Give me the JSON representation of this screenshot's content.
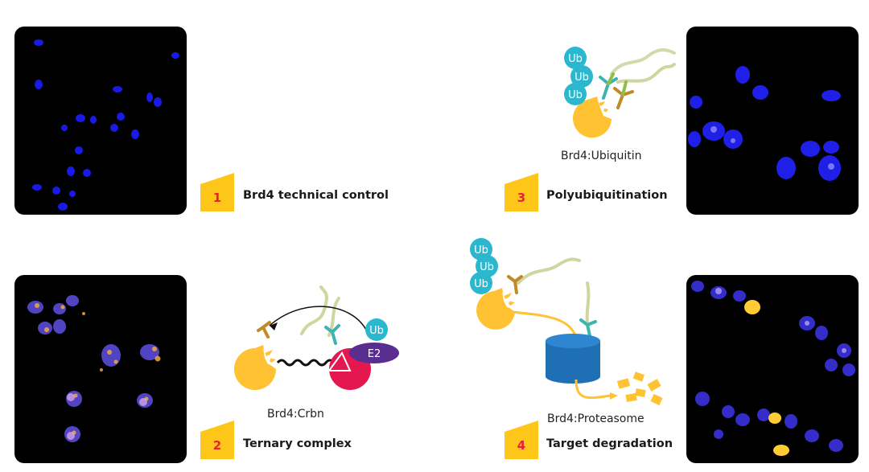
{
  "steps": [
    {
      "number": "1",
      "label": "Brd4 technical control"
    },
    {
      "number": "2",
      "label": "Ternary complex",
      "caption": "Brd4:Crbn"
    },
    {
      "number": "3",
      "label": "Polyubiquitination",
      "caption": "Brd4:Ubiquitin"
    },
    {
      "number": "4",
      "label": "Target degradation",
      "caption": "Brd4:Proteasome"
    }
  ],
  "ub_label": "Ub",
  "e2_label": "E2",
  "colors": {
    "badge": "#ffc61a",
    "badge_number": "#e8203c",
    "ubiquitin": "#2bb8cf",
    "target": "#ffc233",
    "crbn": "#e4174f",
    "e2": "#5a2d91",
    "proteasome": "#1f6fb5",
    "nucleus": "#2a2aff",
    "signal": "#ffb347"
  }
}
